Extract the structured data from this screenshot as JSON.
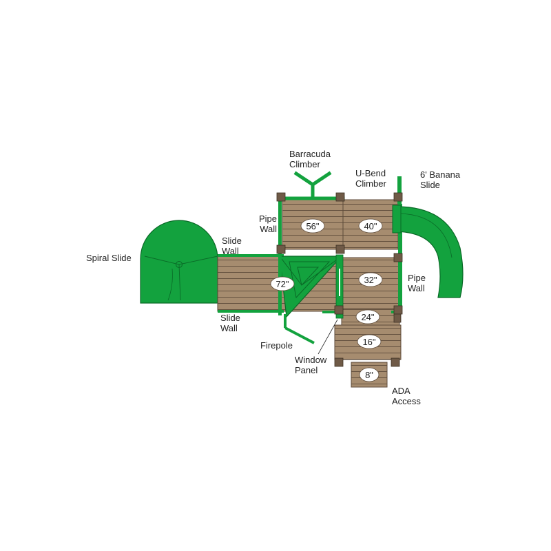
{
  "colors": {
    "green": "#13a23e",
    "green_dark": "#0a6a27",
    "deck": "#a68c6f",
    "deck_line": "#5c4a39",
    "post": "#6f5a47",
    "oval_fill": "#ffffff",
    "text": "#222222"
  },
  "decks": [
    {
      "id": "deck-56",
      "height": "56\""
    },
    {
      "id": "deck-40",
      "height": "40\""
    },
    {
      "id": "deck-72",
      "height": "72\""
    },
    {
      "id": "deck-32",
      "height": "32\""
    },
    {
      "id": "deck-24",
      "height": "24\""
    },
    {
      "id": "deck-16",
      "height": "16\""
    },
    {
      "id": "deck-8",
      "height": "8\""
    }
  ],
  "labels": {
    "barracuda": [
      "Barracuda",
      "Climber"
    ],
    "ubend": [
      "U-Bend",
      "Climber"
    ],
    "banana": [
      "6' Banana",
      "Slide"
    ],
    "pipe_wall_left": [
      "Pipe",
      "Wall"
    ],
    "slide_wall_top": [
      "Slide",
      "Wall"
    ],
    "spiral": [
      "Spiral Slide"
    ],
    "pipe_wall_right": [
      "Pipe",
      "Wall"
    ],
    "slide_wall_bottom": [
      "Slide",
      "Wall"
    ],
    "firepole": [
      "Firepole"
    ],
    "window": [
      "Window",
      "Panel"
    ],
    "ada": [
      "ADA",
      "Access"
    ]
  }
}
